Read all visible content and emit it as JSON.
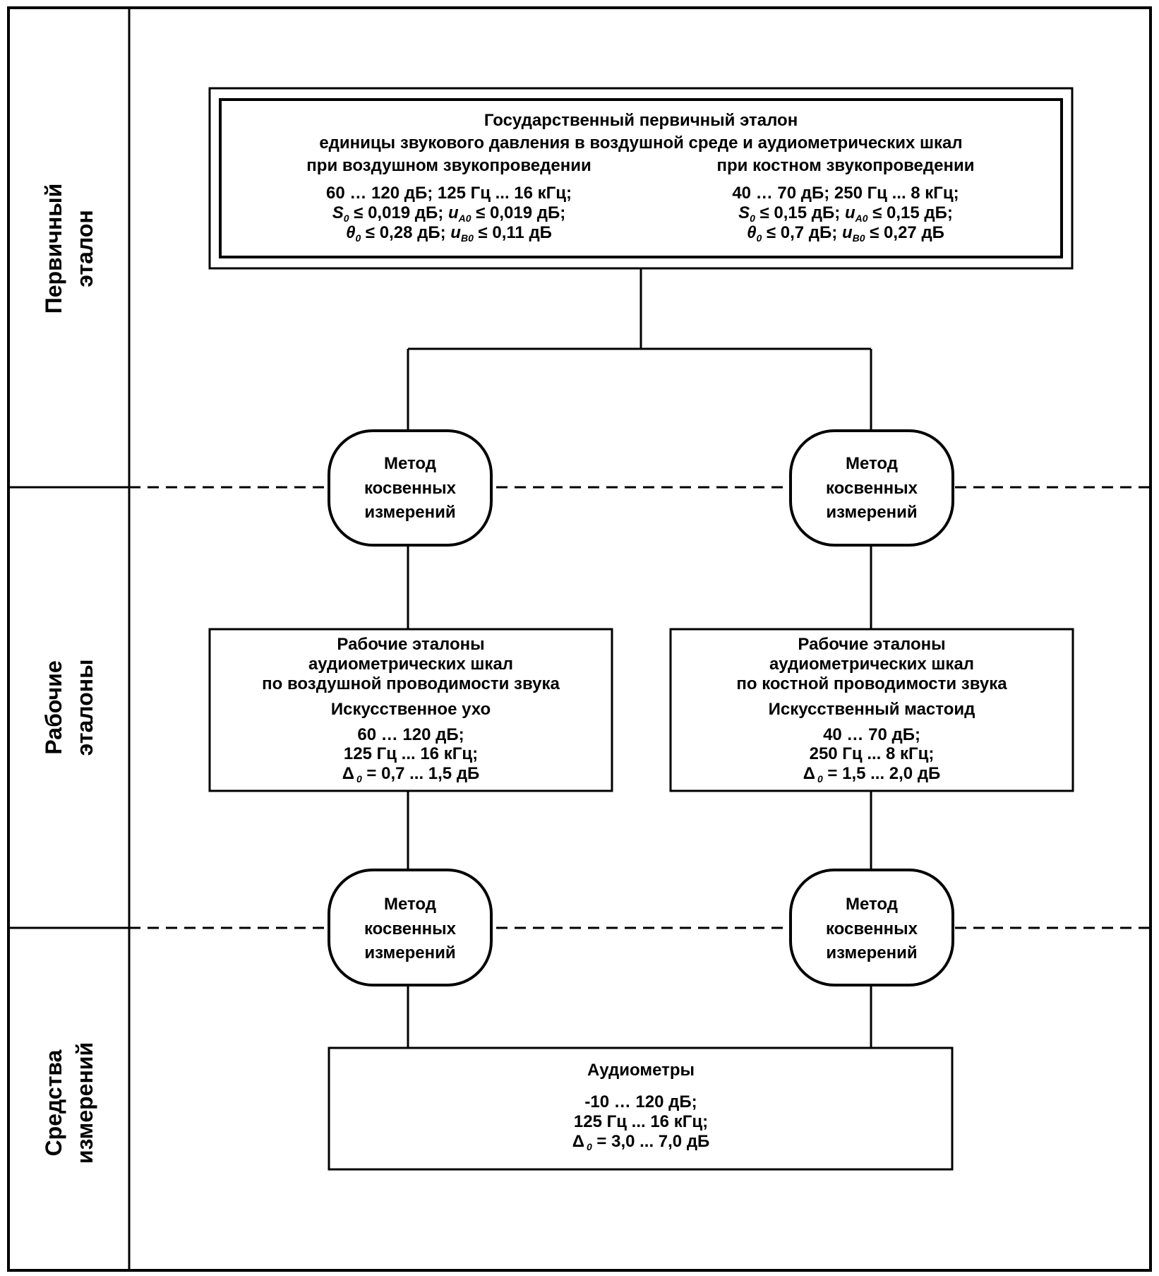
{
  "sidebar": {
    "primary_standard": [
      "Первичный",
      "эталон"
    ],
    "working_standards": [
      "Рабочие",
      "эталоны"
    ],
    "measuring_instruments": [
      "Средства",
      "измерений"
    ]
  },
  "primary_box": {
    "title_line1": "Государственный первичный эталон",
    "title_line2": "единицы звукового давления в воздушной среде и аудиометрических шкал",
    "air": {
      "heading": "при воздушном звукопроведении",
      "range": "60 … 120 дБ; 125 Гц ... 16 кГц;",
      "s0": "≤ 0,019 дБ;",
      "ua0": "≤ 0,019 дБ;",
      "theta0": "≤ 0,28 дБ;",
      "ub0": "≤ 0,11 дБ"
    },
    "bone": {
      "heading": "при костном звукопроведении",
      "range": "40 … 70 дБ; 250 Гц ... 8 кГц;",
      "s0": "≤ 0,15 дБ;",
      "ua0": "≤ 0,15 дБ;",
      "theta0": "≤ 0,7 дБ;",
      "ub0": "≤ 0,27 дБ"
    }
  },
  "method_label": [
    "Метод",
    "косвенных",
    "измерений"
  ],
  "working_air": {
    "lines": [
      "Рабочие эталоны",
      "аудиометрических шкал",
      "по воздушной проводимости звука"
    ],
    "device": "Искусственное ухо",
    "range1": "60 … 120 дБ;",
    "range2": "125 Гц ... 16 кГц;",
    "delta": "= 0,7 ... 1,5 дБ"
  },
  "working_bone": {
    "lines": [
      "Рабочие эталоны",
      "аудиометрических шкал",
      "по костной проводимости звука"
    ],
    "device": "Искусственный мастоид",
    "range1": "40 … 70 дБ;",
    "range2": "250 Гц ... 8 кГц;",
    "delta": "= 1,5 ... 2,0 дБ"
  },
  "audiometers": {
    "title": "Аудиометры",
    "range1": "-10 … 120 дБ;",
    "range2": "125 Гц ... 16 кГц;",
    "delta": "= 3,0 ... 7,0 дБ"
  },
  "symbols": {
    "S": "S",
    "u": "u",
    "theta": "θ",
    "delta": "Δ",
    "sub0": "0",
    "subA0": "A0",
    "subB0": "B0"
  }
}
